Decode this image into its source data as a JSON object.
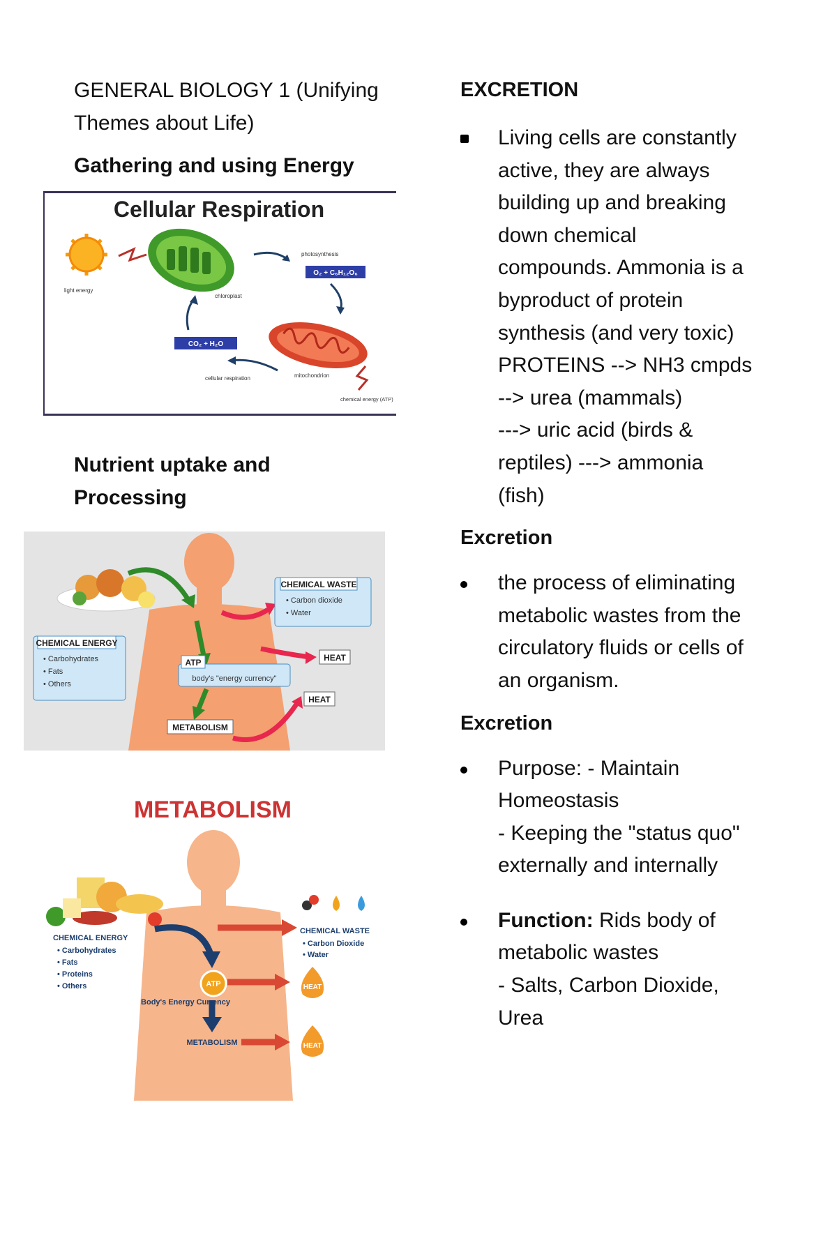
{
  "left": {
    "title_line1": "GENERAL BIOLOGY 1 (Unifying",
    "title_line2": "Themes about Life)",
    "heading_energy": "Gathering and using Energy",
    "heading_nutrient_line1": "Nutrient uptake and",
    "heading_nutrient_line2": "Processing"
  },
  "figure_cr": {
    "title": "Cellular Respiration",
    "light_energy": "light energy",
    "chloroplast": "chloroplast",
    "photosynthesis": "photosynthesis",
    "glucose_box": "O₂ + C₆H₁₂O₆",
    "co2_box": "CO₂ + H₂O",
    "cellular_respiration": "cellular respiration",
    "mitochondrion": "mitochondrion",
    "chemical_energy": "chemical energy (ATP)"
  },
  "figure_nut": {
    "chemical_waste": "CHEMICAL WASTE",
    "waste_items": [
      "• Carbon dioxide",
      "• Water"
    ],
    "chemical_energy": "CHEMICAL ENERGY",
    "energy_items": [
      "• Carbohydrates",
      "• Fats",
      "• Others"
    ],
    "atp": "ATP",
    "energy_currency": "body's \"energy currency\"",
    "heat1": "HEAT",
    "heat2": "HEAT",
    "metabolism": "METABOLISM"
  },
  "figure_met": {
    "title": "METABOLISM",
    "chemical_energy": "CHEMICAL ENERGY",
    "energy_items": [
      "• Carbohydrates",
      "• Fats",
      "• Proteins",
      "• Others"
    ],
    "chemical_waste": "CHEMICAL WASTE",
    "waste_items": [
      "• Carbon Dioxide",
      "• Water"
    ],
    "atp": "ATP",
    "currency": "Body's Energy Currency",
    "metabolism": "METABOLISM",
    "heat1": "HEAT",
    "heat2": "HEAT"
  },
  "right": {
    "heading_excretion_caps": "EXCRETION",
    "bullet1_lines": [
      "Living cells are constantly",
      "active, they are always",
      "building up and breaking",
      "down chemical",
      "compounds. Ammonia is a",
      "byproduct of protein",
      "synthesis (and very toxic)",
      "PROTEINS --> NH3 cmpds",
      "--> urea (mammals)",
      "---> uric acid (birds &",
      "reptiles) ---> ammonia",
      "(fish)"
    ],
    "heading_excretion_2": "Excretion",
    "bullet2_lines": [
      "the process of eliminating",
      "metabolic wastes from the",
      "circulatory fluids or cells of",
      "an organism."
    ],
    "heading_excretion_3": "Excretion",
    "bullet3_lines": [
      "Purpose: - Maintain",
      "Homeostasis",
      "- Keeping the \"status quo\"",
      "externally and internally"
    ],
    "bullet4_bold": "Function:",
    "bullet4_first_rest": " Rids body of",
    "bullet4_lines": [
      "metabolic wastes",
      "- Salts, Carbon Dioxide,",
      "Urea"
    ]
  },
  "colors": {
    "text": "#111111",
    "frame": "#3a3357",
    "label_box": "#2d3ea6",
    "skin": "#f4a070",
    "arrow_green": "#2f8a2a",
    "arrow_pink": "#e8264e",
    "arrow_navy": "#1c3e6e",
    "arrow_red": "#d94833",
    "title_red": "#cc3333",
    "callout_blue": "#cfe7f7"
  }
}
